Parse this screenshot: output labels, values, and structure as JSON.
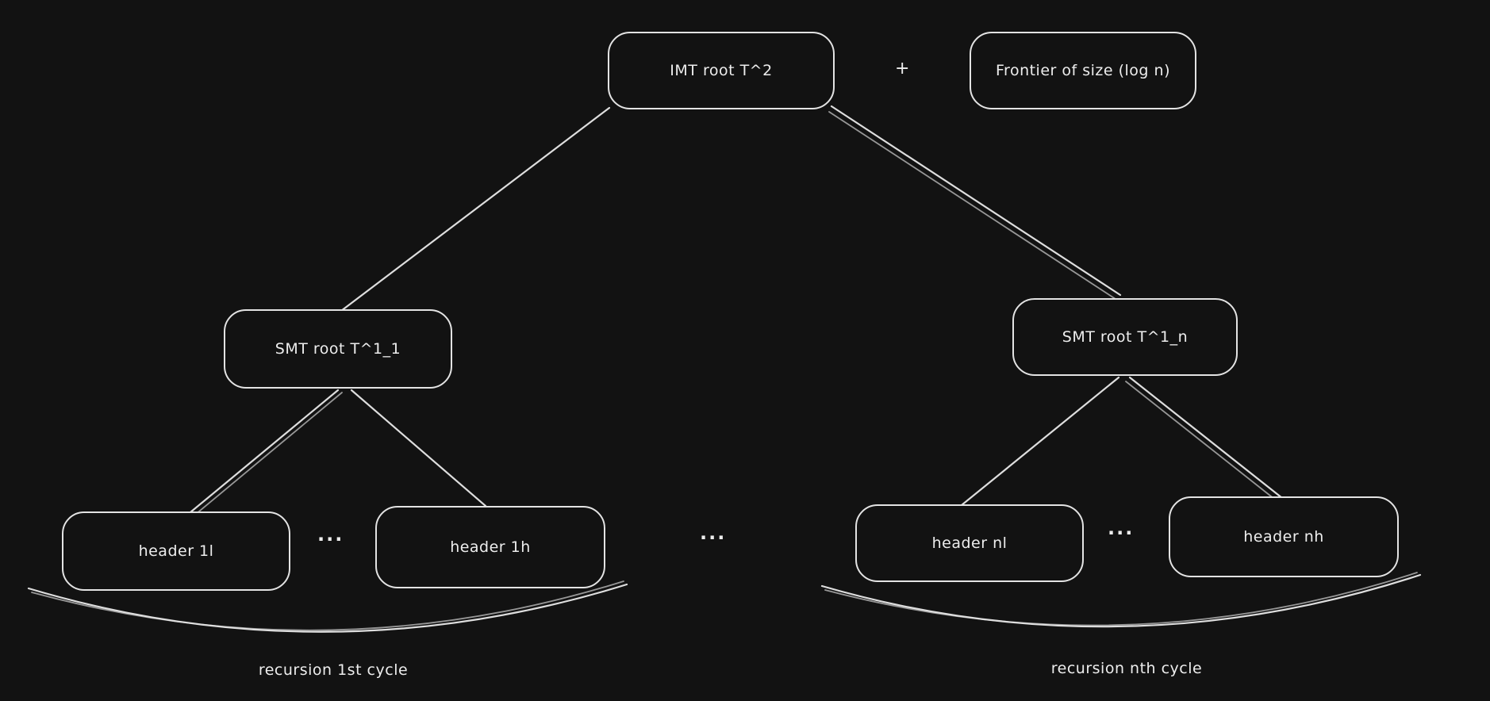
{
  "canvas": {
    "background": "#121212",
    "stroke_color": "#dedede",
    "text_color": "#ededed"
  },
  "nodes": {
    "imt_root": {
      "label": "IMT root T^2"
    },
    "frontier": {
      "label": "Frontier of size (log n)"
    },
    "smt_root_1": {
      "label": "SMT root T^1_1"
    },
    "smt_root_n": {
      "label": "SMT root T^1_n"
    },
    "header_1l": {
      "label": "header 1l"
    },
    "header_1h": {
      "label": "header 1h"
    },
    "header_nl": {
      "label": "header nl"
    },
    "header_nh": {
      "label": "header nh"
    }
  },
  "operators": {
    "plus": "+"
  },
  "ellipsis": {
    "left": "...",
    "center": "...",
    "right": "..."
  },
  "braces": {
    "left_label": "recursion 1st cycle",
    "right_label": "recursion nth cycle"
  }
}
